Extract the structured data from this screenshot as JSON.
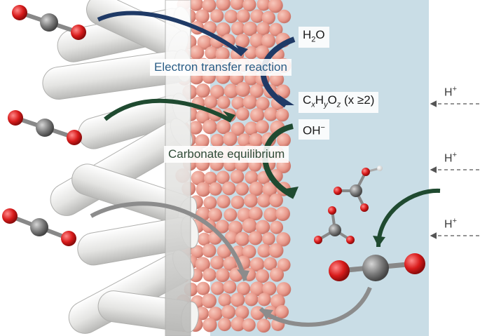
{
  "labels": {
    "water": "H2O",
    "product_prefix": "C",
    "product_x": "x",
    "product_h": "H",
    "product_y": "y",
    "product_o": "O",
    "product_z": "z",
    "product_cond": " (x ≥2)",
    "hydroxide": "OH",
    "hydroxide_charge": "−",
    "electron_transfer": "Electron transfer reaction",
    "carbonate": "Carbonate equilibrium",
    "proton": "H",
    "proton_charge": "+"
  },
  "colors": {
    "electrolyte": "#c9dde6",
    "particle": "#e8988a",
    "rod": "#e6e6e4",
    "oxygen": "#d81b1b",
    "carbon": "#7a7a7a",
    "electron_arrow": "#1f3a66",
    "carbonate_arrow": "#1f4a30",
    "gray_arrow": "#8c8c8c"
  }
}
